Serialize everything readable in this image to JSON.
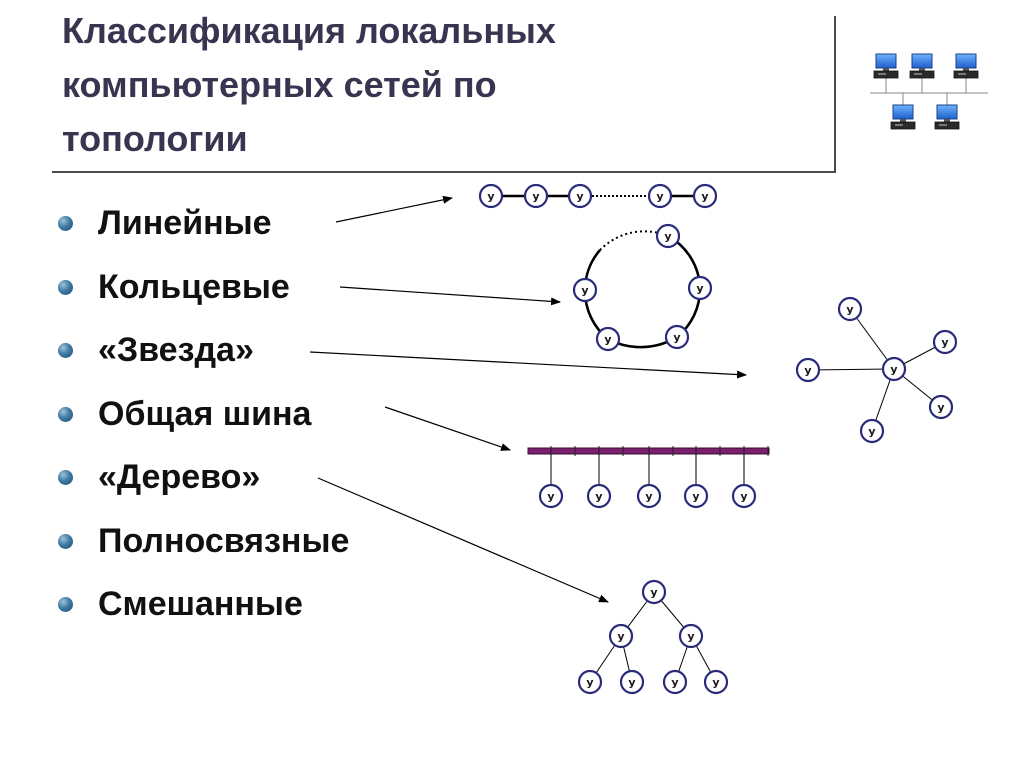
{
  "title": {
    "lines": [
      "Классификация локальных",
      "компьютерных сетей по",
      "топологии"
    ]
  },
  "topologies": [
    "Линейные",
    "Кольцевые",
    "«Звезда»",
    "Общая шина",
    "«Дерево»",
    "Полносвязные",
    "Смешанные"
  ],
  "node_label": "у",
  "icons": {
    "corner": "network-computers-icon"
  },
  "colors": {
    "title": "#3a3450",
    "text": "#111111",
    "bullet": "#3f7aa3",
    "node_fill": "#ffffff",
    "node_stroke": "#2a2a7a",
    "bus_bar": "#7a1f6e",
    "line": "#000000"
  }
}
